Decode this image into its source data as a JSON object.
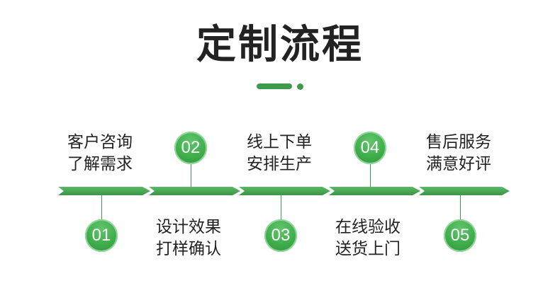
{
  "title": "定制流程",
  "colors": {
    "accent": "#3f9a4c",
    "circle": "#3fae4c",
    "text": "#222222"
  },
  "steps": [
    {
      "number": "01",
      "line1": "客户咨询",
      "line2": "了解需求"
    },
    {
      "number": "02",
      "line1": "设计效果",
      "line2": "打样确认"
    },
    {
      "number": "03",
      "line1": "线上下单",
      "line2": "安排生产"
    },
    {
      "number": "04",
      "line1": "在线验收",
      "line2": "送货上门"
    },
    {
      "number": "05",
      "line1": "售后服务",
      "line2": "满意好评"
    }
  ]
}
